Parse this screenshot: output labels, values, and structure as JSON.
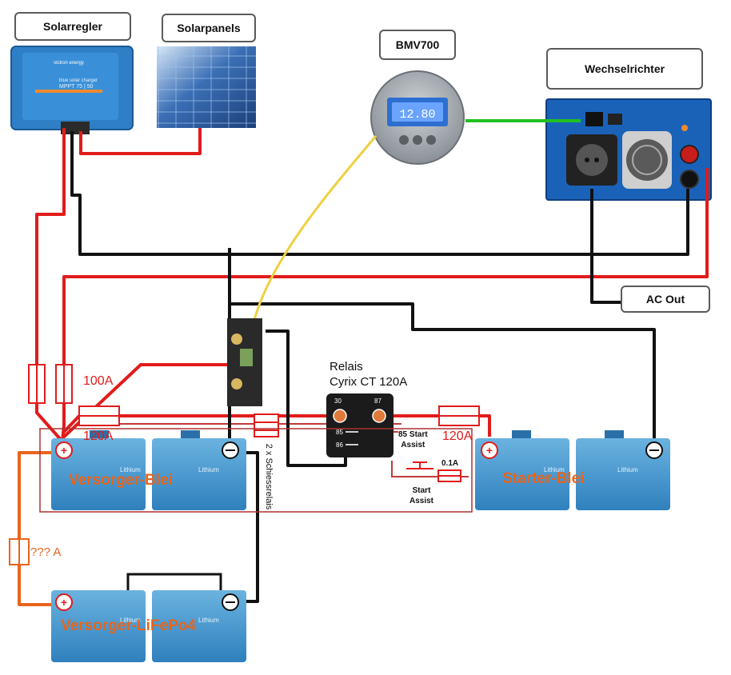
{
  "labels": {
    "solarregler": "Solarregler",
    "solarpanels": "Solarpanels",
    "bmv": "BMV700",
    "wechselrichter": "Wechselrichter",
    "ac_out": "AC Out",
    "relais_title": "Relais",
    "relais_model": "Cyrix CT 120A",
    "fuse_100": "100A",
    "fuse_120_left": "120A",
    "fuse_120_right": "120A",
    "fuse_unknown": "??? A",
    "fuse_small": "0.1A",
    "start_assist_top": "85 Start\nAssist",
    "start_assist_bottom": "Start\nAssist",
    "schiessrelais": "2 x Schiessrelais",
    "terminal_30": "30",
    "terminal_87": "87",
    "terminal_85": "85",
    "terminal_86": "86",
    "battery_versorger_blei": "Versorger-Blei",
    "battery_starter_blei": "Starter-Blei",
    "battery_versorger_lifepo4": "Versorger-LiFePo4",
    "battery_cell_text": "Lithium",
    "charger_brand": "victron energy",
    "charger_model_line1": "blue solar charger",
    "charger_model_line2": "MPPT 75 | 50",
    "bmv_display": "12.80"
  },
  "colors": {
    "wire_red": "#e21b1b",
    "wire_black": "#111111",
    "wire_orange": "#e8641c",
    "wire_yellow": "#f0d040",
    "wire_green": "#22c022",
    "battery_blue": "#3f95cf",
    "battery_label_orange": "#e8641c",
    "inverter_blue": "#1a62b8"
  }
}
